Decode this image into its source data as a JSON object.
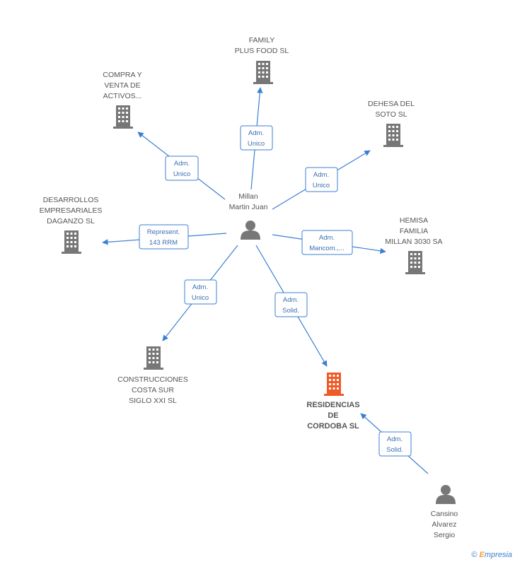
{
  "colors": {
    "edge": "#3b7fd4",
    "building": "#777777",
    "building_main": "#f05a28",
    "person": "#777777"
  },
  "nodes": {
    "family_plus": {
      "lines": [
        "FAMILY",
        "PLUS FOOD  SL"
      ],
      "icon": "building-icon"
    },
    "compra_venta": {
      "lines": [
        "COMPRA Y",
        "VENTA DE",
        "ACTIVOS..."
      ],
      "icon": "building-icon"
    },
    "dehesa": {
      "lines": [
        "DEHESA DEL",
        "SOTO SL"
      ],
      "icon": "building-icon"
    },
    "desarrollos": {
      "lines": [
        "DESARROLLOS",
        "EMPRESARIALES",
        "DAGANZO SL"
      ],
      "icon": "building-icon"
    },
    "hemisa": {
      "lines": [
        "HEMISA",
        "FAMILIA",
        "MILLAN 3030 SA"
      ],
      "icon": "building-icon"
    },
    "construcciones": {
      "lines": [
        "CONSTRUCCIONES",
        "COSTA SUR",
        "SIGLO XXI SL"
      ],
      "icon": "building-icon"
    },
    "residencias": {
      "lines": [
        "RESIDENCIAS",
        "DE",
        "CORDOBA SL"
      ],
      "icon": "building-icon"
    },
    "millan": {
      "lines": [
        "Millan",
        "Martin Juan"
      ],
      "icon": "person-icon"
    },
    "cansino": {
      "lines": [
        "Cansino",
        "Alvarez",
        "Sergio"
      ],
      "icon": "person-icon"
    }
  },
  "edges": {
    "to_family": [
      "Adm.",
      "Unico"
    ],
    "to_compra": [
      "Adm.",
      "Unico"
    ],
    "to_dehesa": [
      "Adm.",
      "Unico"
    ],
    "to_desarrollos": [
      "Represent.",
      "143 RRM"
    ],
    "to_hemisa": [
      "Adm.",
      "Mancom.,..."
    ],
    "to_construcciones": [
      "Adm.",
      "Unico"
    ],
    "to_residencias": [
      "Adm.",
      "Solid."
    ],
    "cansino_to_residencias": [
      "Adm.",
      "Solid."
    ]
  },
  "credit": {
    "copyright": "©",
    "brand_first": "E",
    "brand_rest": "mpresia"
  }
}
